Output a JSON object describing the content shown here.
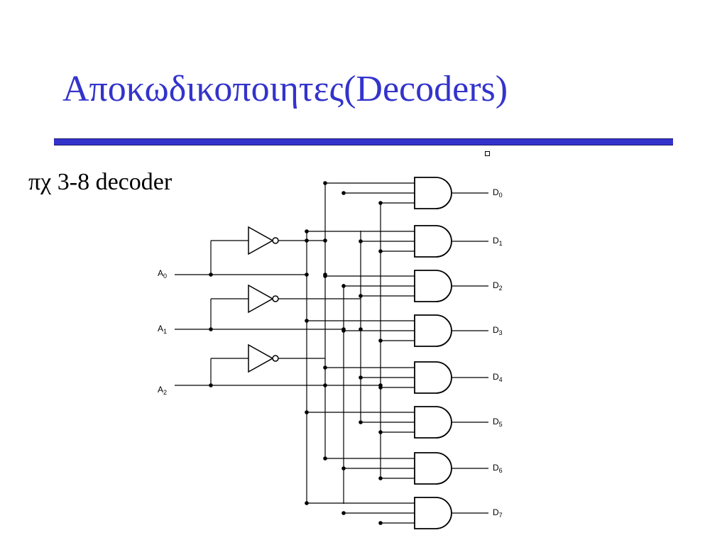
{
  "slide": {
    "title": "Αποκωδικοποιητες(Decoders)",
    "subtitle": "πχ 3-8 decoder",
    "accent_color": "#3333cc"
  },
  "diagram": {
    "inputs": [
      {
        "letter": "A",
        "index": "0"
      },
      {
        "letter": "A",
        "index": "1"
      },
      {
        "letter": "A",
        "index": "2"
      }
    ],
    "outputs": [
      {
        "letter": "D",
        "index": "0"
      },
      {
        "letter": "D",
        "index": "1"
      },
      {
        "letter": "D",
        "index": "2"
      },
      {
        "letter": "D",
        "index": "3"
      },
      {
        "letter": "D",
        "index": "4"
      },
      {
        "letter": "D",
        "index": "5"
      },
      {
        "letter": "D",
        "index": "6"
      },
      {
        "letter": "D",
        "index": "7"
      }
    ],
    "gate_type": "and-gate",
    "inverter_type": "not-gate"
  }
}
